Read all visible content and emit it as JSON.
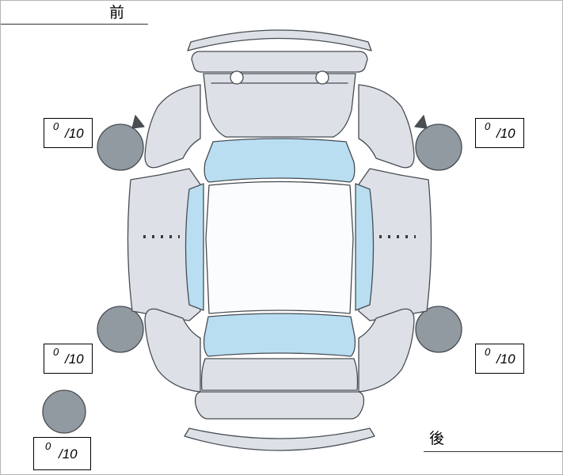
{
  "diagram": {
    "front_label": "前",
    "rear_label": "後"
  },
  "scores": {
    "front_left": {
      "value": "0",
      "denominator": "/10"
    },
    "front_right": {
      "value": "0",
      "denominator": "/10"
    },
    "rear_left": {
      "value": "0",
      "denominator": "/10"
    },
    "rear_right": {
      "value": "0",
      "denominator": "/10"
    },
    "spare": {
      "value": "0",
      "denominator": "/10"
    }
  },
  "colors": {
    "body": "#dde1e7",
    "roof": "#fbfcfd",
    "window": "#b9def2",
    "tire": "#9199a1",
    "outline": "#474c52",
    "text": "#000000"
  }
}
